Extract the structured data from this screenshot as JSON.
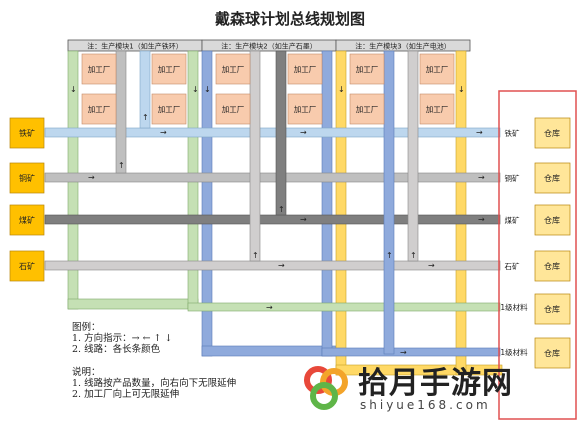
{
  "title": "戴森球计划总线规划图",
  "modules": [
    {
      "label": "注：生产模块1（如生产铁环）"
    },
    {
      "label": "注：生产模块2（如生产石墨）"
    },
    {
      "label": "注：生产模块3（如生产电池）"
    }
  ],
  "factory_label": "加工厂",
  "ore_sources": [
    "铁矿",
    "铜矿",
    "煤矿",
    "石矿"
  ],
  "line_tags": [
    "铁矿",
    "铜矿",
    "煤矿",
    "石矿",
    "1级材料",
    "1级材料"
  ],
  "warehouse_label": "仓库",
  "legend": {
    "heading": "图例：",
    "item1": "1. 方向指示：→ ← ↑ ↓",
    "item2": "2. 线路：各长条颜色"
  },
  "notes": {
    "heading": "说明：",
    "item1": "1. 线路按产品数量，向右向下无限延伸",
    "item2": "2. 加工厂向上可无限延伸"
  },
  "watermark": {
    "brand": "拾月手游网",
    "url": "shiyue168.com"
  },
  "colors": {
    "iron_line": "#bdd7ee",
    "copper_line": "#bfbfbf",
    "coal_line": "#7f7f7f",
    "stone_line": "#d0cece",
    "module1_bus": "#c5e0b4",
    "module2_bus": "#8faadc",
    "module3_bus": "#ffd966",
    "factory_fill": "#f8cbad",
    "source_fill": "#ffc000",
    "warehouse_fill": "#ffe699",
    "highlight_border": "#e05050"
  }
}
